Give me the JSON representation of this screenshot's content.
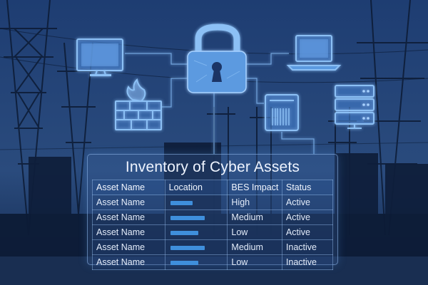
{
  "inventory": {
    "title": "Inventory of Cyber Assets",
    "columns": [
      "Asset Name",
      "Location",
      "BES Impact",
      "Status"
    ],
    "rows": [
      {
        "name": "Asset Name",
        "location_bar_fill": 0.55,
        "impact": "High",
        "status": "Active"
      },
      {
        "name": "Asset Name",
        "location_bar_fill": 0.85,
        "impact": "Medium",
        "status": "Active"
      },
      {
        "name": "Asset Name",
        "location_bar_fill": 0.7,
        "impact": "Low",
        "status": "Active"
      },
      {
        "name": "Asset Name",
        "location_bar_fill": 0.85,
        "impact": "Medium",
        "status": "Inactive"
      },
      {
        "name": "Asset Name",
        "location_bar_fill": 0.7,
        "impact": "Low",
        "status": "Inactive"
      }
    ]
  },
  "icons": [
    "monitor-icon",
    "padlock-icon",
    "laptop-icon",
    "firewall-icon",
    "server-rack-icon",
    "server-icon"
  ],
  "colors": {
    "accent": "#4fa3ff",
    "icon_fill": "#5b9ae0",
    "bar": "#3f8fdc"
  }
}
